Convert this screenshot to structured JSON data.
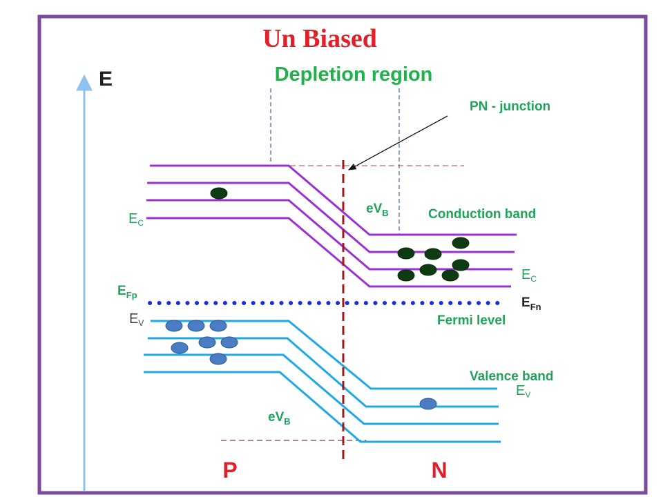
{
  "title": "Un Biased",
  "axis_label": "E",
  "depletion_label": "Depletion region",
  "junction_label": "PN - junction",
  "conduction_band_label": "Conduction band",
  "valence_band_label": "Valence band",
  "fermi_level_label": "Fermi level",
  "ev_b_top": {
    "base": "eV",
    "sub": "B"
  },
  "ev_b_bottom": {
    "base": "eV",
    "sub": "B"
  },
  "ec_left": {
    "base": "E",
    "sub": "C"
  },
  "ec_right": {
    "base": "E",
    "sub": "C"
  },
  "ev_left": {
    "base": "E",
    "sub": "V"
  },
  "ev_right": {
    "base": "E",
    "sub": "V"
  },
  "efp": {
    "base": "E",
    "sub": "Fp"
  },
  "efn": {
    "base": "E",
    "sub": "Fn"
  },
  "p_label": "P",
  "n_label": "N",
  "colors": {
    "frame": "#7a4a9e",
    "title": "#e0202a",
    "green_text": "#21b04b",
    "conduction": "#9b2fd6",
    "valence": "#1ea8e6",
    "fermi": "#1530d8",
    "junction": "#a01818",
    "electron": "#0d3b12",
    "hole": "#4a7dc4",
    "axis": "#8ec3f0",
    "text_dark": "#222222",
    "text_green": "#20a35a",
    "text_gray": "#555555"
  }
}
